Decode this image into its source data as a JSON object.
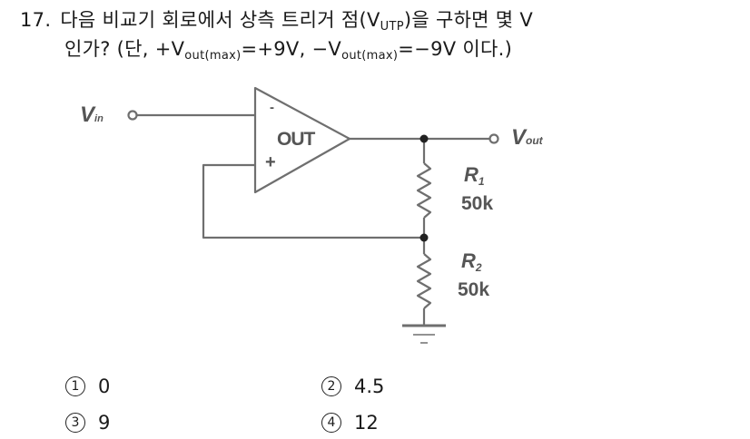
{
  "question": {
    "number": "17.",
    "line1_text": "다음 비교기 회로에서 상측 트리거 점(V",
    "line1_sub": "UTP",
    "line1_rest": ")을 구하면 몇 V",
    "line2_prefix": "인가? (단, +V",
    "line2_sub1": "out(max)",
    "line2_mid": "=+9V, −V",
    "line2_sub2": "out(max)",
    "line2_end": "=−9V 이다.)"
  },
  "circuit": {
    "vin_label": "V",
    "vin_sub": "in",
    "vout_label": "V",
    "vout_sub": "out",
    "opamp_label": "OUT",
    "minus_sign": "-",
    "plus_sign": "+",
    "r1_name": "R",
    "r1_sub": "1",
    "r1_value": "50k",
    "r2_name": "R",
    "r2_sub": "2",
    "r2_value": "50k",
    "wire_color": "#6f6f6f"
  },
  "choices": [
    {
      "mark": "1",
      "value": "0"
    },
    {
      "mark": "2",
      "value": "4.5"
    },
    {
      "mark": "3",
      "value": "9"
    },
    {
      "mark": "4",
      "value": "12"
    }
  ]
}
